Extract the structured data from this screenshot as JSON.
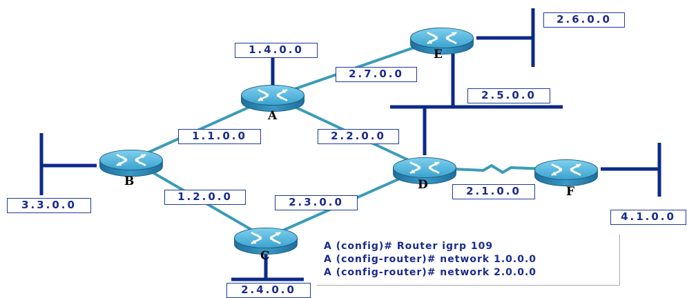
{
  "routers": [
    {
      "id": "A",
      "label": "A"
    },
    {
      "id": "B",
      "label": "B"
    },
    {
      "id": "C",
      "label": "C"
    },
    {
      "id": "D",
      "label": "D"
    },
    {
      "id": "E",
      "label": "E"
    },
    {
      "id": "F",
      "label": "F"
    }
  ],
  "networks": {
    "n1_4": "1.4.0.0",
    "n1_1": "1.1.0.0",
    "n1_2": "1.2.0.0",
    "n2_7": "2.7.0.0",
    "n2_6": "2.6.0.0",
    "n2_5": "2.5.0.0",
    "n2_2": "2.2.0.0",
    "n2_3": "2.3.0.0",
    "n2_1": "2.1.0.0",
    "n2_4": "2.4.0.0",
    "n3_3": "3.3.0.0",
    "n4_1": "4.1.0.0"
  },
  "config": {
    "line1": "A (config)# Router igrp 109",
    "line2": "A (config-router)# network 1.0.0.0",
    "line3": "A (config-router)# network 2.0.0.0"
  },
  "colors": {
    "link": "#3a9bb8",
    "ethernet": "#0c2a8a",
    "router_top": "#4bb0d8",
    "router_side": "#2a86b4",
    "label_text": "#1a2a8c"
  }
}
